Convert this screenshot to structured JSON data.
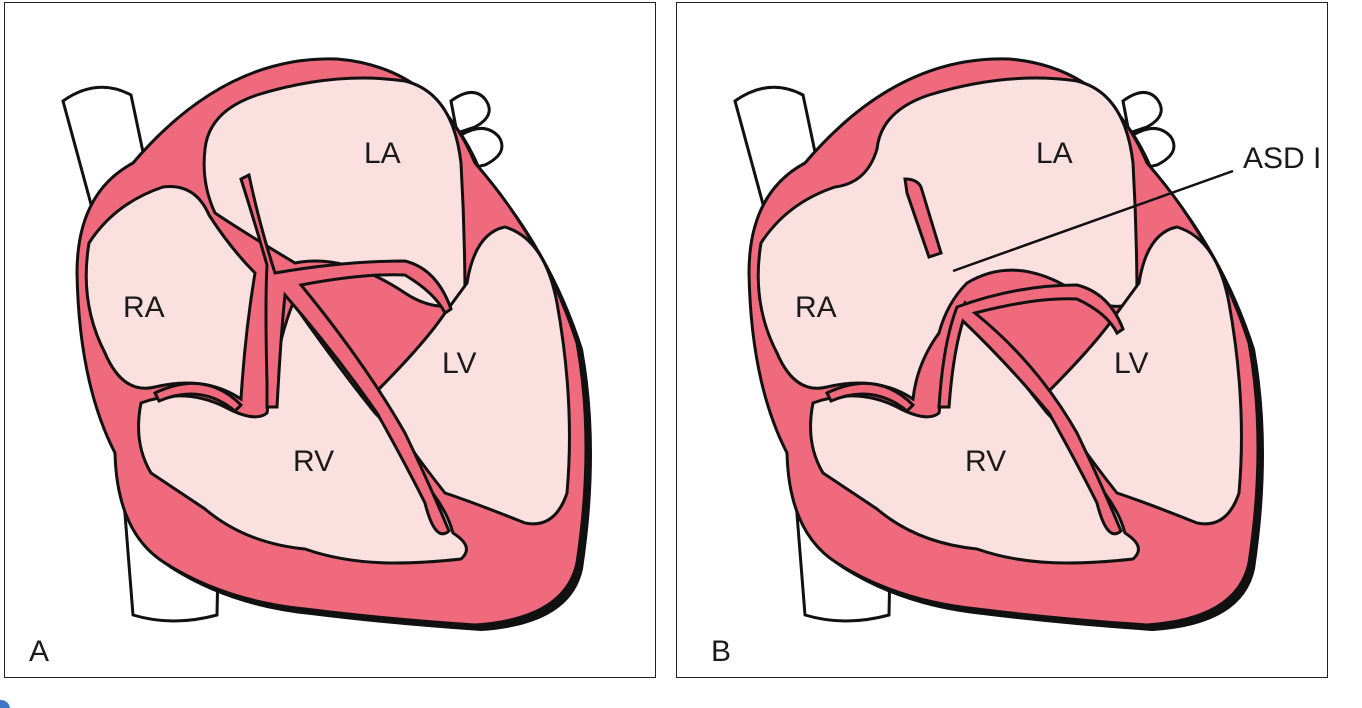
{
  "colors": {
    "myocardium": "#ee6a7c",
    "chamber": "#fbe0e0",
    "outline": "#111111",
    "vessel": "#ffffff",
    "caption_marker": "#3a78c6"
  },
  "panels": [
    {
      "letter": "A",
      "chambers": {
        "ra": "RA",
        "la": "LA",
        "rv": "RV",
        "lv": "LV"
      }
    },
    {
      "letter": "B",
      "chambers": {
        "ra": "RA",
        "la": "LA",
        "rv": "RV",
        "lv": "LV"
      },
      "defect_label": "ASD I"
    }
  ]
}
